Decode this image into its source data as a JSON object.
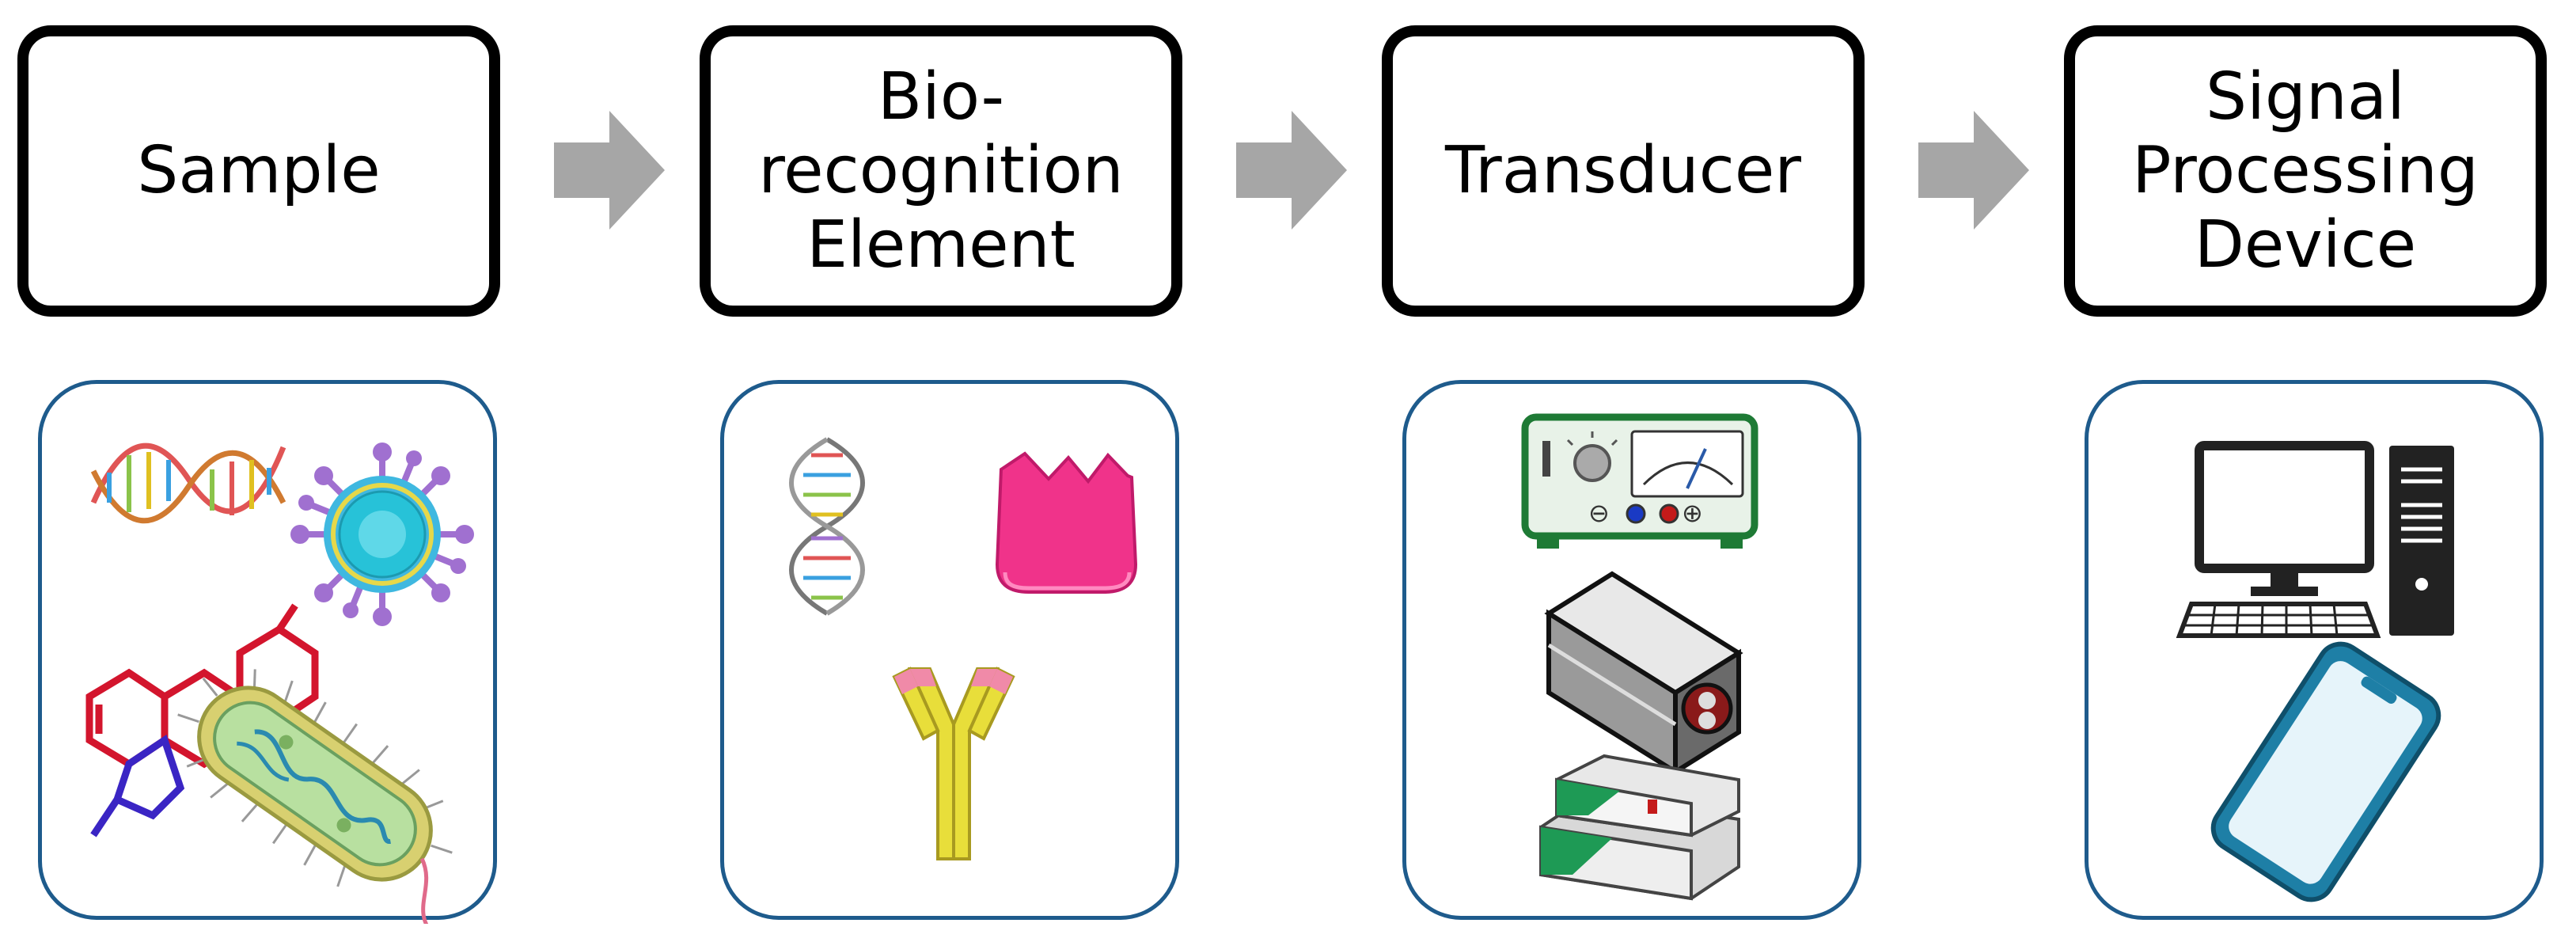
{
  "stages": [
    {
      "label": "Sample"
    },
    {
      "label": "Bio-recognition\nElement"
    },
    {
      "label": "Transducer"
    },
    {
      "label": "Signal\nProcessing\nDevice"
    }
  ],
  "colors": {
    "box_border": "#000000",
    "arrow": "#a6a6a6",
    "panel_border": "#1e5b8c",
    "virus": "#27c2d8",
    "virus_spike": "#a070d0",
    "antibody": "#e8de3a",
    "antibody_tip": "#f08aa8",
    "receptor": "#f0338a",
    "molecule_red": "#d3152d",
    "molecule_blue": "#3a25c4",
    "device_green": "#1e7a35",
    "phone": "#1e7fa6",
    "computer": "#222222"
  },
  "icons": {
    "sample": [
      "dna-icon",
      "virus-icon",
      "molecule-icon",
      "bacteria-icon"
    ],
    "bio_recognition": [
      "dna-strand-icon",
      "receptor-icon",
      "antibody-icon"
    ],
    "transducer": [
      "electrochemical-meter-icon",
      "optical-detector-icon",
      "instrument-icon"
    ],
    "signal_processing": [
      "computer-icon",
      "smartphone-icon"
    ]
  },
  "instrument_labels": {
    "minus": "⊖",
    "plus": "⊕"
  }
}
